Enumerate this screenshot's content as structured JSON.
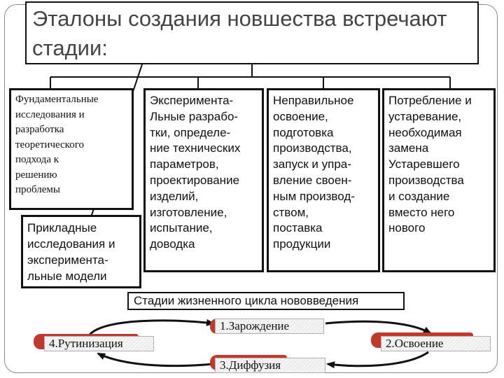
{
  "title": "Эталоны создания новшества встречают стадии:",
  "boxes": {
    "fundamental": "Фундаментальные\n исследования и\n разработка\n теоретического\n подхода к\n решению\n проблемы",
    "applied": "Прикладные\nисследования и\nэксперимента-\nльные модели",
    "experimental": "Эксперимента-\nЛьные разрабо-\nтки, определе-\nние технических\nпараметров,\nпроектирование\nизделий,\nизготовление,\nиспытание,\nдоводка",
    "mastering": "Неправильное\n освоение,\n подготовка\n производства,\n запуск и упра-\nвление своен-\nным производ-\nством,\nпоставка\nпродукции",
    "consumption": "Потребление и\n устаревание,\n необходимая\nзамена\nУстаревшего\n производства\n и создание\n вместо него\n нового"
  },
  "lifecycle": {
    "title": "Стадии жизненного цикла нововведения",
    "stages": {
      "origin": "1.Зарождение",
      "mastering": "2.Освоение",
      "diffusion": "3.Диффузия",
      "routinization": "4.Рутинизация"
    }
  },
  "colors": {
    "accent_red": "#c0392b",
    "line": "#111111"
  }
}
